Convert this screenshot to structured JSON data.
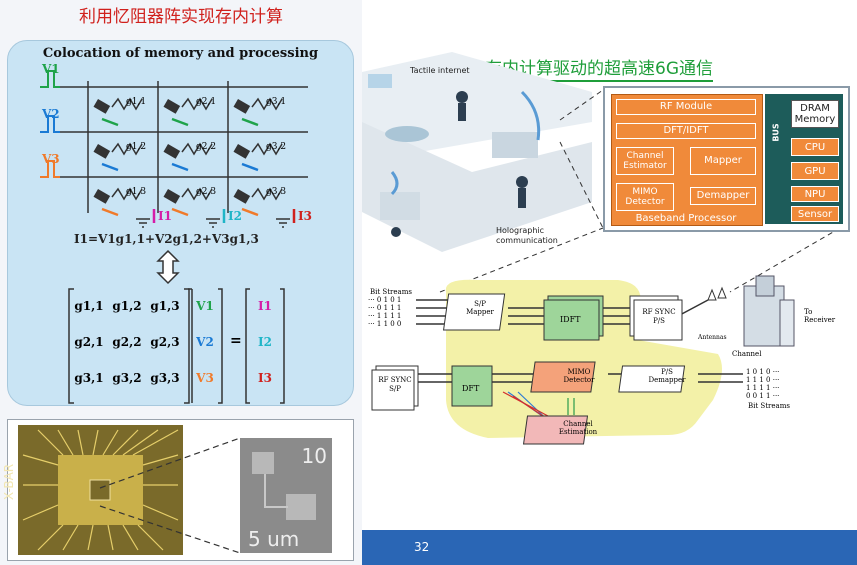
{
  "left": {
    "title": "利用忆阻器阵实现存内计算",
    "crossbar": {
      "title": "Colocation of memory and processing",
      "voltages": [
        "V1",
        "V2",
        "V3"
      ],
      "currents": [
        "I1",
        "I2",
        "I3"
      ],
      "cells": [
        "g1,1",
        "g2,1",
        "g3,1",
        "g1,2",
        "g2,2",
        "g3,2",
        "g1,3",
        "g2,3",
        "g3,3"
      ],
      "equation": "I1=V1g1,1+V2g1,2+V3g1,3",
      "matrix": [
        [
          "g1,1",
          "g1,2",
          "g1,3"
        ],
        [
          "g2,1",
          "g2,2",
          "g2,3"
        ],
        [
          "g3,1",
          "g3,2",
          "g3,3"
        ]
      ],
      "vector_v": [
        "V1",
        "V2",
        "V3"
      ],
      "vector_i": [
        "I1",
        "I2",
        "I3"
      ]
    },
    "chip": {
      "label": "X-BAR",
      "scale_number": "10",
      "scale_unit": "5 um"
    }
  },
  "slide": {
    "heading": "存内计算驱动的超高速6G通信",
    "page_number": "32",
    "illustration": {
      "label_top": "Tactile internet",
      "label_bottom": "Holographic communication"
    },
    "architecture": {
      "rf_module": "RF Module",
      "dft": "DFT/IDFT",
      "channel_estimator": "Channel Estimator",
      "mapper": "Mapper",
      "mimo_detector": "MIMO Detector",
      "demapper": "Demapper",
      "baseband": "Baseband Processor",
      "bus": "BUS",
      "dram": "DRAM Memory",
      "cpu": "CPU",
      "gpu": "GPU",
      "npu": "NPU",
      "sensor": "Sensor"
    },
    "flow": {
      "tx_bits_label": "Bit Streams",
      "tx_bits": [
        "··· 0 1 0 1",
        "··· 0 1 1 1",
        "··· 1 1 1 1",
        "··· 1 1 0 0"
      ],
      "sp_mapper": "S/P Mapper",
      "idft": "IDFT",
      "rf_sync_ps": "RF SYNC P/S",
      "antennas": "Antennas",
      "to_receiver": "To Receiver",
      "channel": "Channel",
      "rf_sync_sp": "RF SYNC S/P",
      "dft": "DFT",
      "mimo_detector": "MIMO Detector",
      "ps_demapper": "P/S Demapper",
      "channel_estimation": "Channel Estimation",
      "rx_bits": [
        "1 0 1 0 ···",
        "1 1 1 0 ···",
        "1 1 1 1 ···",
        "0 0 1 1 ···"
      ],
      "rx_bits_label": "Bit Streams"
    }
  },
  "colors": {
    "accent_red": "#d0211d",
    "heading_green": "#1f9e3a",
    "footer_blue": "#2a66b5",
    "block_orange": "#f08a3a",
    "bus_teal": "#1d5c5a",
    "flow_yellow": "#f3f1a8"
  }
}
